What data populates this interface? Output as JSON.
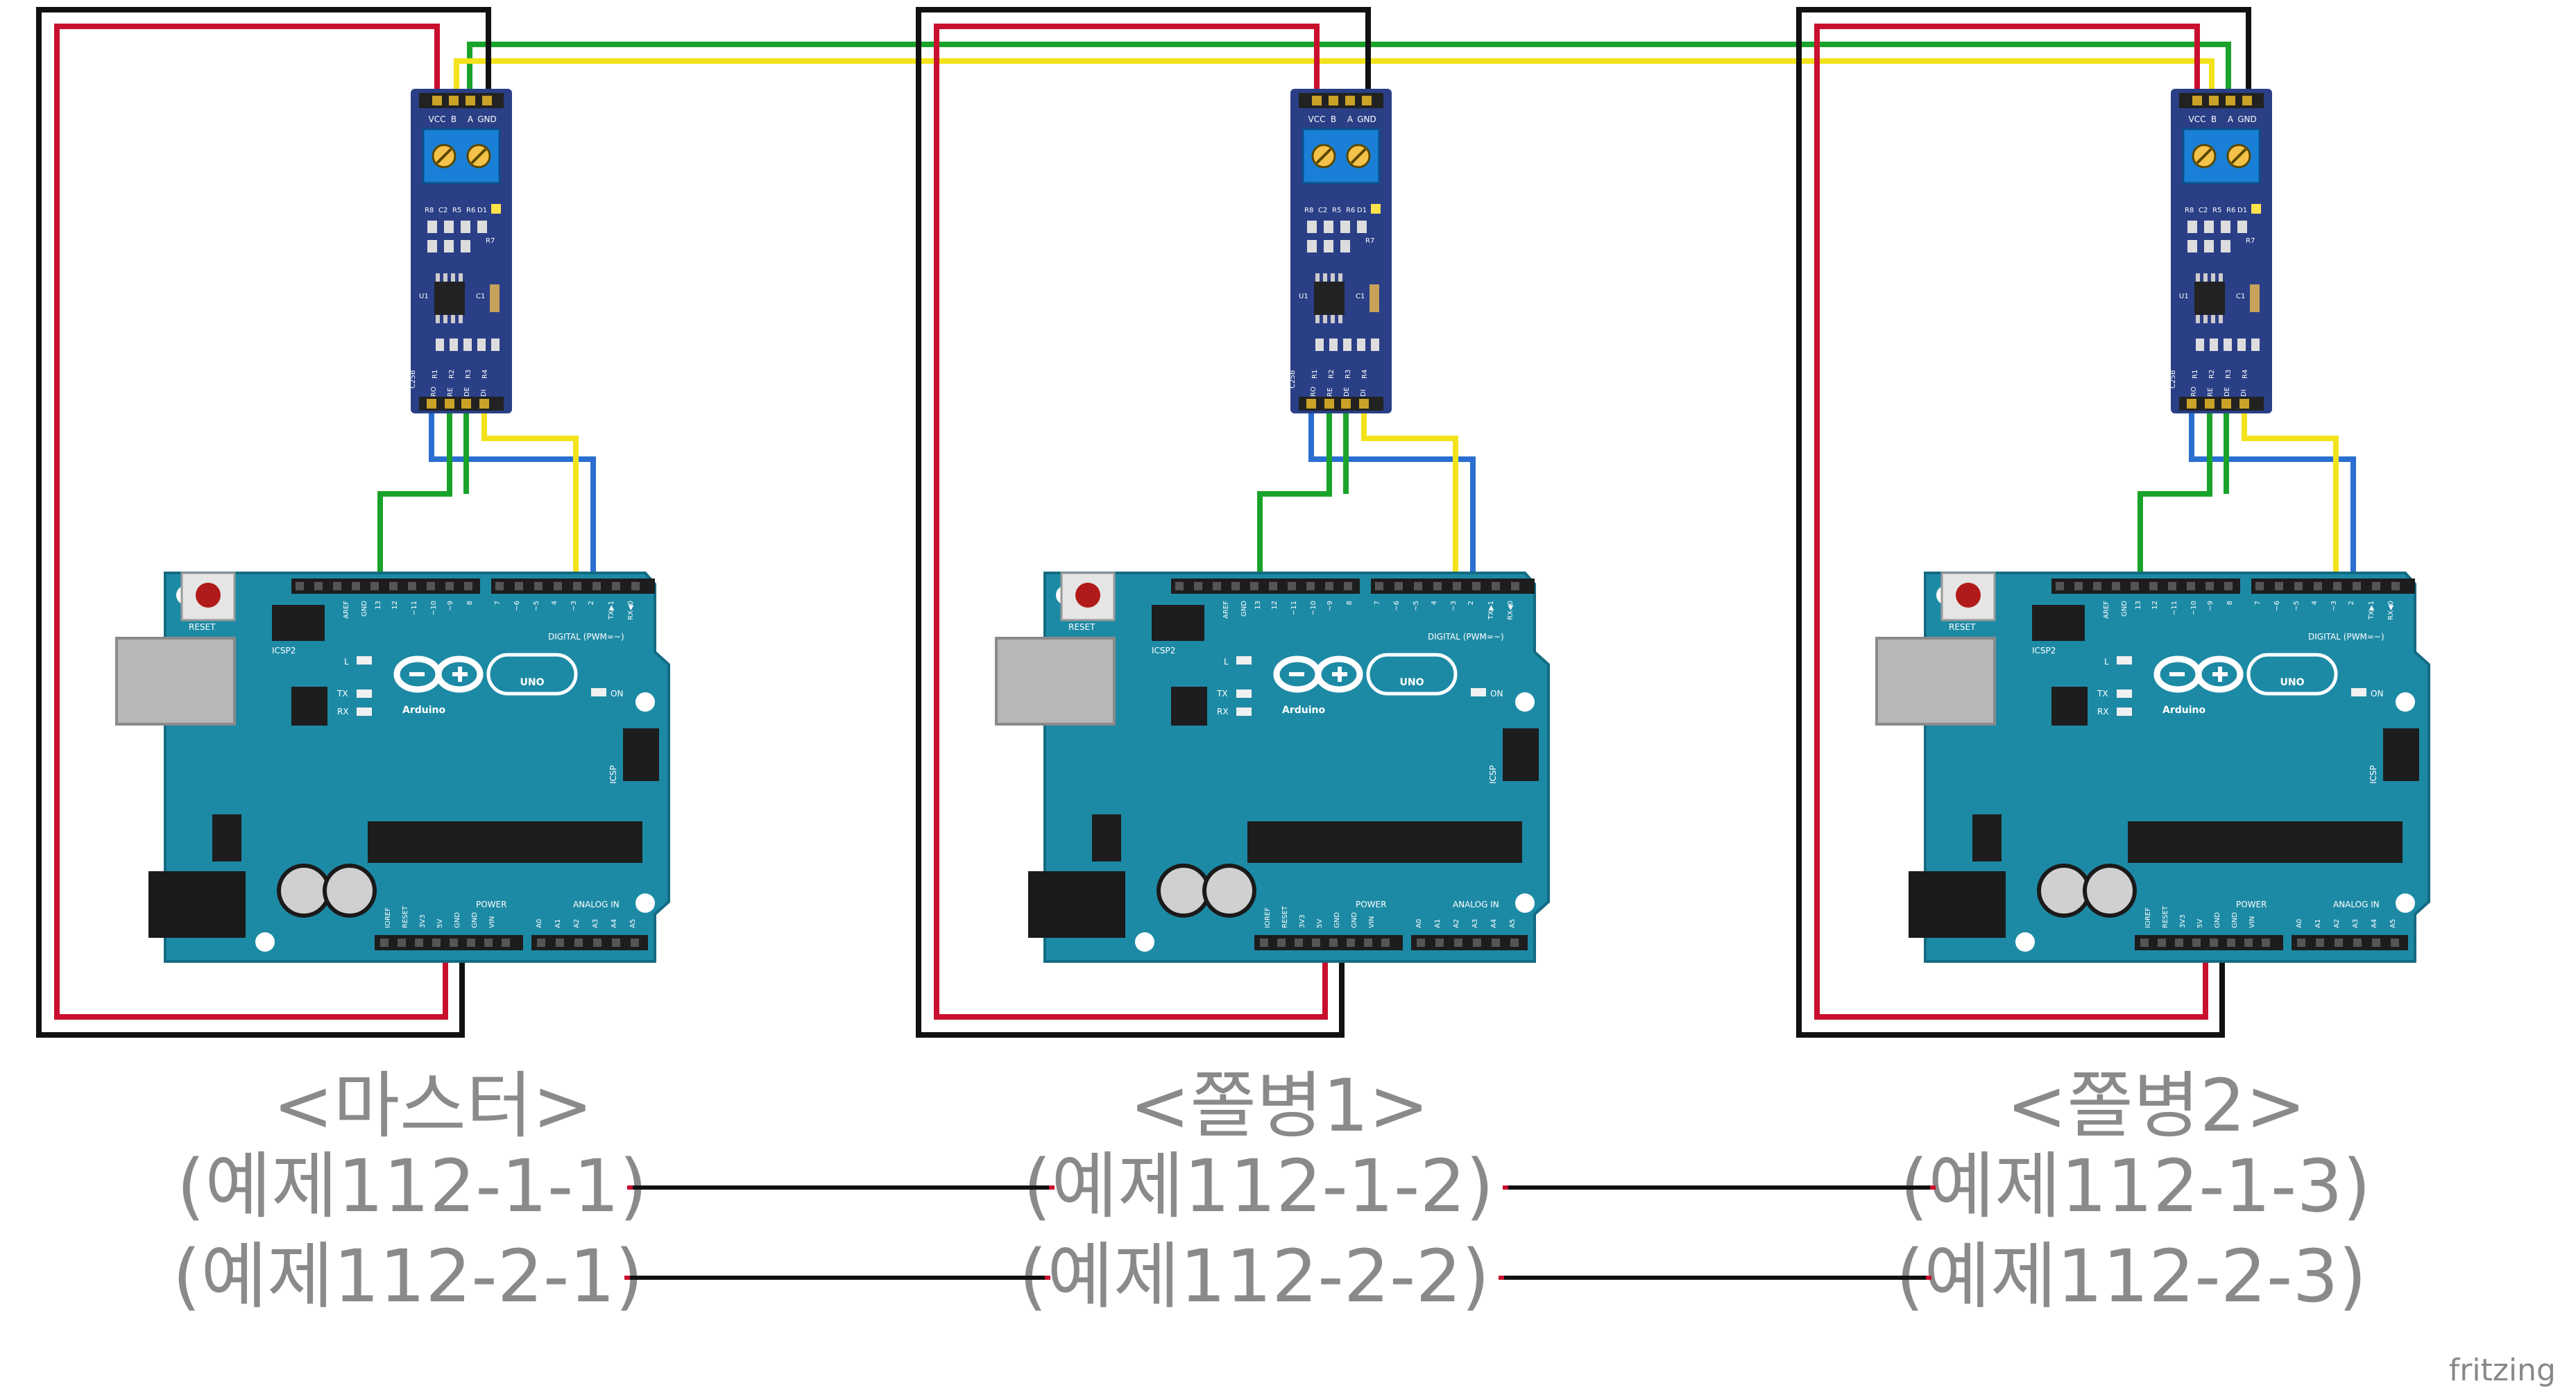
{
  "units": [
    {
      "role_label": "<마스터>",
      "examples": [
        "(예제112-1-1)",
        "(예제112-2-1)"
      ]
    },
    {
      "role_label": "<쫄병1>",
      "examples": [
        "(예제112-1-2)",
        "(예제112-2-2)"
      ]
    },
    {
      "role_label": "<쫄병2>",
      "examples": [
        "(예제112-1-3)",
        "(예제112-2-3)"
      ]
    }
  ],
  "module": {
    "top_pins": [
      "VCC",
      "B",
      "A",
      "GND"
    ],
    "bottom_pins": [
      "RO",
      "RE",
      "DE",
      "DI"
    ],
    "components": [
      "R8",
      "C2",
      "R5",
      "R6",
      "D1",
      "R7",
      "U1",
      "C1",
      "C25B",
      "R1",
      "R2",
      "R3",
      "R4"
    ]
  },
  "board": {
    "reset_label": "RESET",
    "icsp2_label": "ICSP2",
    "icsp_label": "ICSP",
    "brand": "Arduino",
    "model": "UNO",
    "led_labels": [
      "L",
      "TX",
      "RX",
      "ON"
    ],
    "digital_label": "DIGITAL (PWM=~)",
    "power_label": "POWER",
    "analog_label": "ANALOG IN",
    "digital_pins": [
      "AREF",
      "GND",
      "13",
      "12",
      "~11",
      "~10",
      "~9",
      "8",
      "7",
      "~6",
      "~5",
      "4",
      "~3",
      "2",
      "TX▶1",
      "RX◀0"
    ],
    "power_pins": [
      "IOREF",
      "RESET",
      "3V3",
      "5V",
      "GND",
      "GND",
      "VIN"
    ],
    "analog_pins": [
      "A0",
      "A1",
      "A2",
      "A3",
      "A4",
      "A5"
    ]
  },
  "watermark": "fritzing",
  "colors": {
    "board": "#1d8aa5",
    "board_dark": "#136b82",
    "module": "#2a3f86",
    "wire_red": "#c8102e",
    "wire_black": "#111111",
    "wire_green": "#1aa32a",
    "wire_yellow": "#f2e21b",
    "wire_blue": "#2a6fd0",
    "label_gray": "#8a8a8a"
  }
}
